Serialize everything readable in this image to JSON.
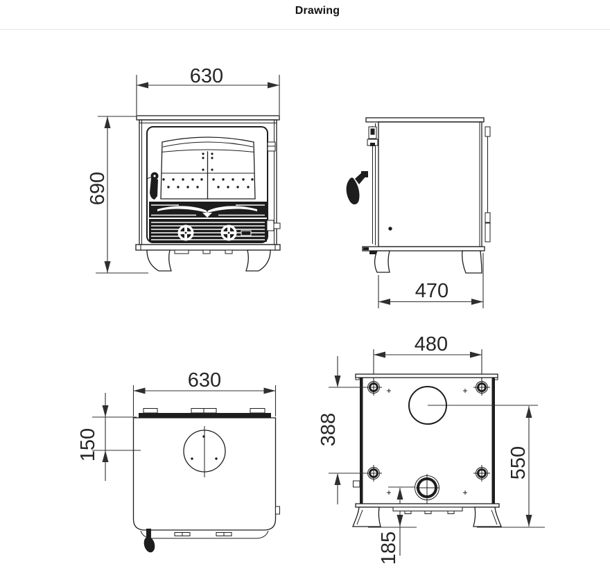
{
  "header": {
    "title": "Drawing"
  },
  "drawing": {
    "front": {
      "width": "630",
      "height": "690"
    },
    "side": {
      "depth": "470"
    },
    "top": {
      "width": "630",
      "flue_centre_from_back": "150"
    },
    "rear": {
      "fixing_width": "480",
      "fixing_height": "388",
      "flue_centre_height": "550",
      "lower_flue_centre_height": "185"
    },
    "colors": {
      "line": "#1d1d1d",
      "dimension_text": "#2a2a2a",
      "divider": "#e6e6e6",
      "background": "#ffffff"
    }
  }
}
